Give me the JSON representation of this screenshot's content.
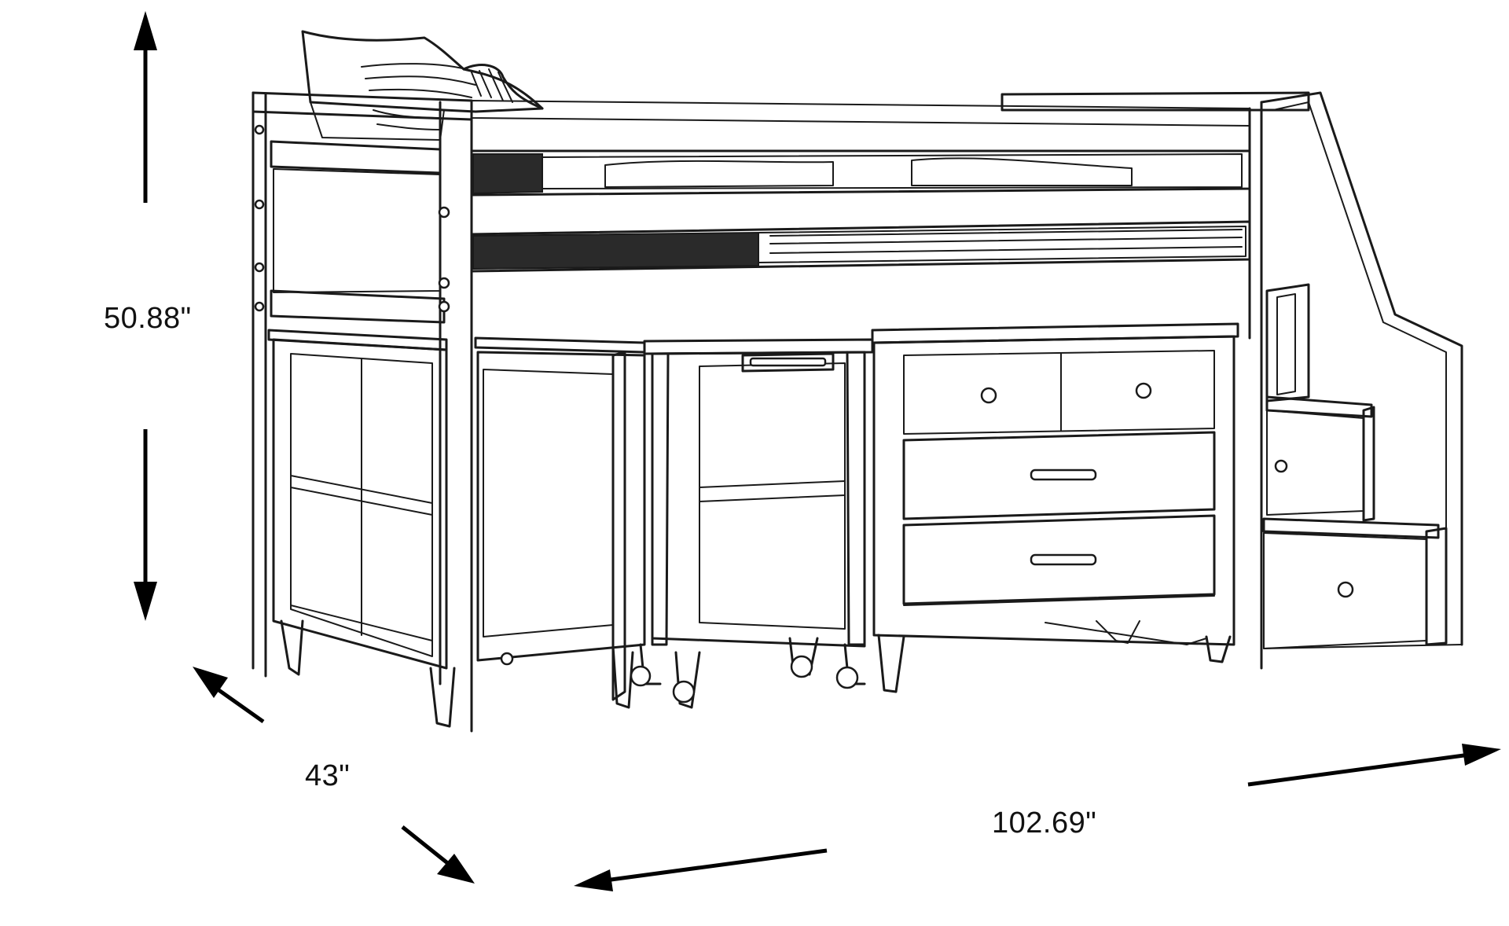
{
  "dimensions": {
    "height": "50.88\"",
    "depth": "43\"",
    "width": "102.69\""
  },
  "colors": {
    "line": "#1a1a1a",
    "background": "#ffffff"
  }
}
